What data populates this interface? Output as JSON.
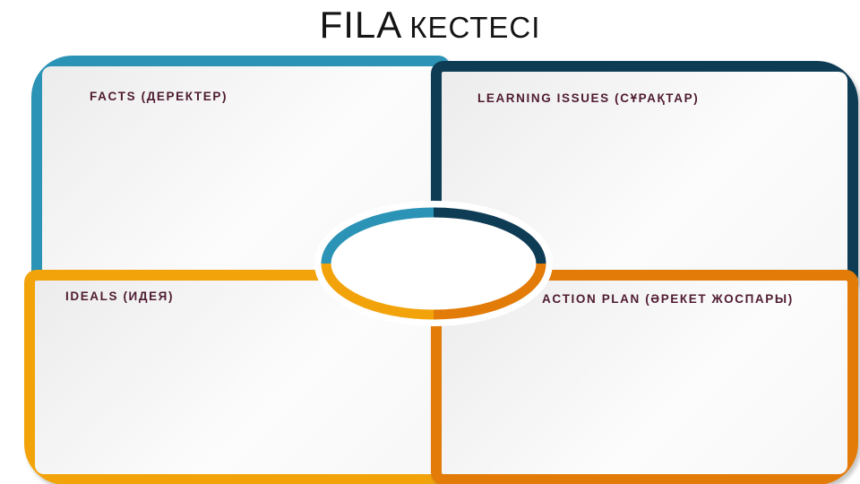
{
  "slide": {
    "title": {
      "main": "FILA",
      "sub": "КЕСТЕСІ"
    },
    "label_color": "#4F1B31",
    "quadrants": [
      {
        "id": "facts",
        "position": "top-left",
        "label": "FACTS (ДЕРЕКТЕР)",
        "border_color": "#2B93B5"
      },
      {
        "id": "learning-issues",
        "position": "top-right",
        "label": "LEARNING ISSUES (СҰРАҚТАР)",
        "border_color": "#0E3C55"
      },
      {
        "id": "ideals",
        "position": "bottom-left",
        "label": "IDEALS (ИДЕЯ)",
        "border_color": "#F2A30A"
      },
      {
        "id": "action-plan",
        "position": "bottom-right",
        "label": "ACTION PLAN (ӘРЕКЕТ ЖОСПАРЫ)",
        "border_color": "#E27B07"
      }
    ],
    "center_ellipse": {
      "fill": "#FFFFFF"
    }
  }
}
